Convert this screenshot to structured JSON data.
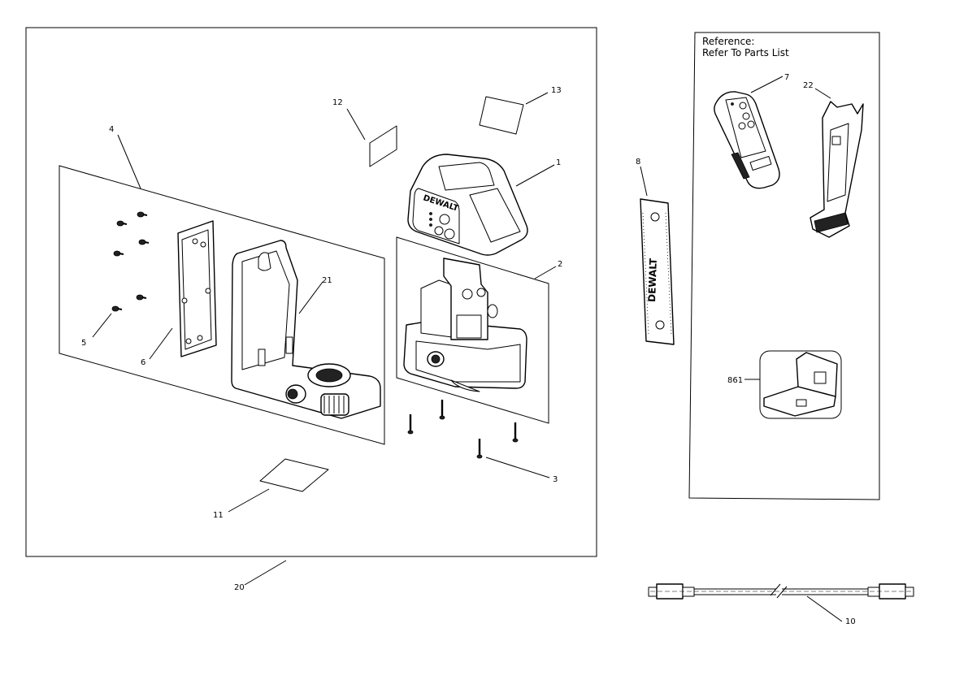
{
  "reference": {
    "line1": "Reference:",
    "line2": "Refer To Parts List"
  },
  "callouts": {
    "c1": "1",
    "c2": "2",
    "c3": "3",
    "c4": "4",
    "c5": "5",
    "c6": "6",
    "c7": "7",
    "c8": "8",
    "c10": "10",
    "c11": "11",
    "c12": "12",
    "c13": "13",
    "c20": "20",
    "c21": "21",
    "c22": "22",
    "c861": "861"
  },
  "brand": {
    "laser_logo": "DEWALT",
    "card_logo": "DEWALT"
  }
}
